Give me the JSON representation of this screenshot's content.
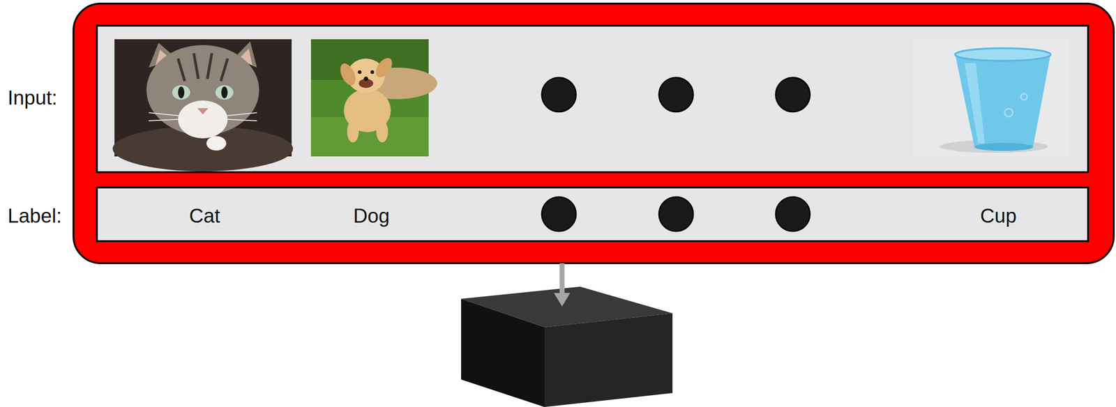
{
  "diagram": {
    "nodes": [
      {
        "text": [
          "Input:"
        ]
      },
      {
        "text": [
          "Label:",
          "Cat",
          "Dog",
          "Cup"
        ]
      }
    ]
  }
}
